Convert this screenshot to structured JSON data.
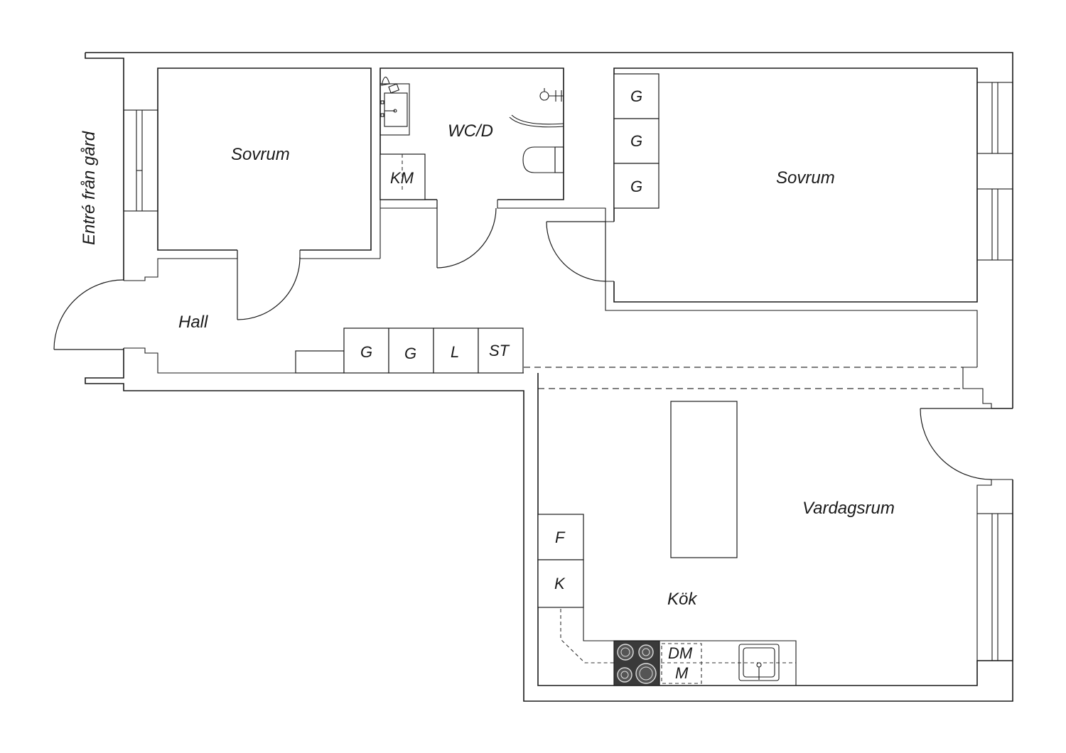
{
  "rooms": {
    "entrance": "Entré från gård",
    "bedroom_left": "Sovrum",
    "bathroom": "WC/D",
    "bedroom_right": "Sovrum",
    "hall": "Hall",
    "living": "Vardagsrum",
    "kitchen": "Kök"
  },
  "fixtures": {
    "washer": "KM",
    "wardrobe": "G",
    "linen": "L",
    "cleaning": "ST",
    "fridge": "F",
    "freezer": "K",
    "dishwasher": "DM",
    "microwave": "M"
  },
  "colors": {
    "line": "#1a1a1a",
    "stove": "#3a3a3a",
    "background": "#ffffff"
  }
}
